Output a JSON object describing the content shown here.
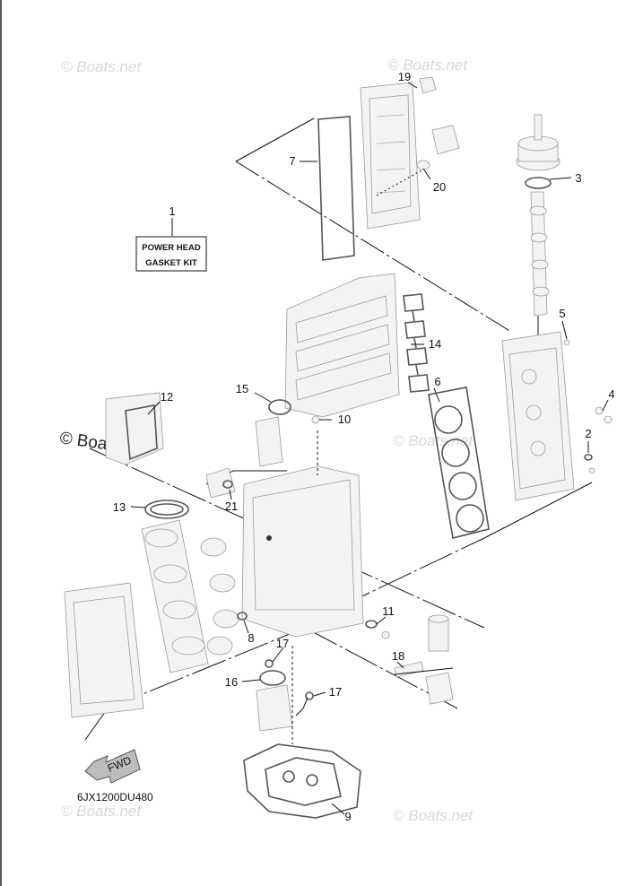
{
  "watermarks": [
    "© Boats.net",
    "© Boats.net",
    "© Boats.net",
    "© Boats.net",
    "© Boats.net",
    "© Boats.net"
  ],
  "kit_box": {
    "line1": "POWER HEAD",
    "line2": "GASKET KIT"
  },
  "diagram_code": "6JX1200DU480",
  "fwd_label": "FWD",
  "callouts": [
    "1",
    "2",
    "3",
    "4",
    "5",
    "6",
    "7",
    "8",
    "9",
    "10",
    "11",
    "12",
    "13",
    "14",
    "15",
    "16",
    "17",
    "17",
    "18",
    "19",
    "20",
    "21"
  ]
}
